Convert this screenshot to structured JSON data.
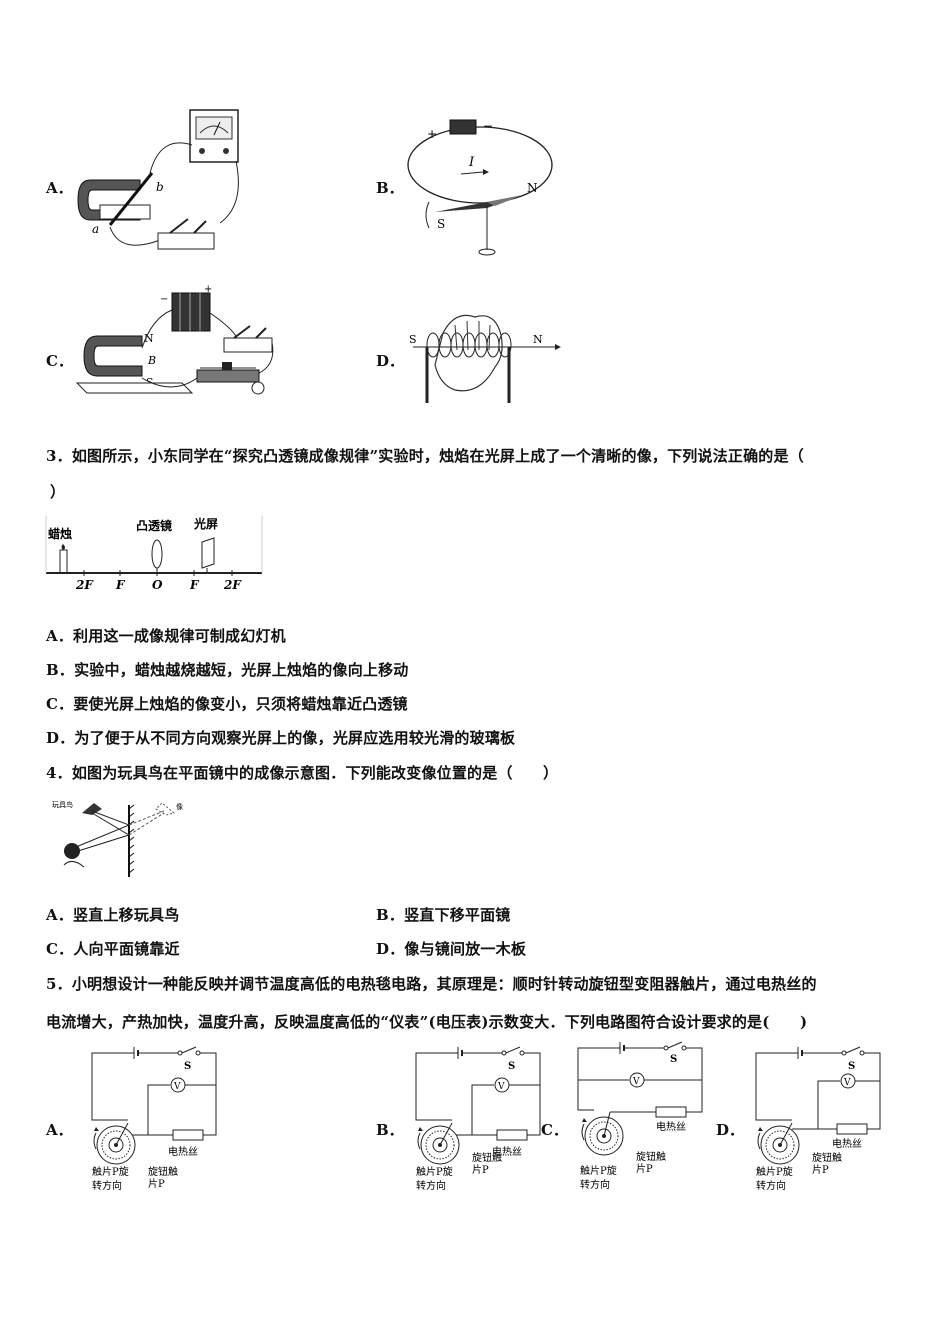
{
  "q2": {
    "options": [
      {
        "letter": "A．"
      },
      {
        "letter": "B．",
        "labels": [
          "I",
          "N",
          "S"
        ]
      },
      {
        "letter": "C．",
        "labels": [
          "N",
          "B",
          "S"
        ]
      },
      {
        "letter": "D．",
        "labels": [
          "S",
          "N"
        ]
      }
    ],
    "figA_labels": [
      "b",
      "a"
    ]
  },
  "q3": {
    "question_line1": "3．如图所示，小东同学在“探究凸透镜成像规律”实验时，烛焰在光屏上成了一个清晰的像，下列说法正确的是（",
    "question_line2": "）",
    "figure_labels": {
      "candle": "蜡烛",
      "lens": "凸透镜",
      "screen": "光屏"
    },
    "axis_marks": [
      "2F",
      "F",
      "O",
      "F",
      "2F"
    ],
    "options": [
      {
        "label": "A．",
        "text": "利用这一成像规律可制成幻灯机"
      },
      {
        "label": "B．",
        "text": "实验中，蜡烛越烧越短，光屏上烛焰的像向上移动"
      },
      {
        "label": "C．",
        "text": "要使光屏上烛焰的像变小，只须将蜡烛靠近凸透镜"
      },
      {
        "label": "D．",
        "text": "为了便于从不同方向观察光屏上的像，光屏应选用较光滑的玻璃板"
      }
    ]
  },
  "q4": {
    "question": "4．如图为玩具鸟在平面镜中的成像示意图．下列能改变像位置的是（　　）",
    "figure_labels": {
      "bird": "玩具鸟",
      "image": "像"
    },
    "options": [
      {
        "label": "A．",
        "text": "竖直上移玩具鸟"
      },
      {
        "label": "B．",
        "text": "竖直下移平面镜"
      },
      {
        "label": "C．",
        "text": "人向平面镜靠近"
      },
      {
        "label": "D．",
        "text": "像与镜间放一木板"
      }
    ]
  },
  "q5": {
    "question_line1": "5．小明想设计一种能反映并调节温度高低的电热毯电路，其原理是：顺时针转动旋钮型变阻器触片，通过电热丝的",
    "question_line2": "电流增大，产热加快，温度升高，反映温度高低的“仪表”(电压表)示数变大．下列电路图符合设计要求的是(　　)",
    "circuit_labels": {
      "switch": "S",
      "voltmeter": "V",
      "heater": "电热丝",
      "knob_line1": "旋钮触",
      "knob_line2": "片P",
      "dir_line1": "触片P旋",
      "dir_line2": "转方向"
    },
    "options": [
      "A．",
      "B．",
      "C．",
      "D．"
    ]
  }
}
